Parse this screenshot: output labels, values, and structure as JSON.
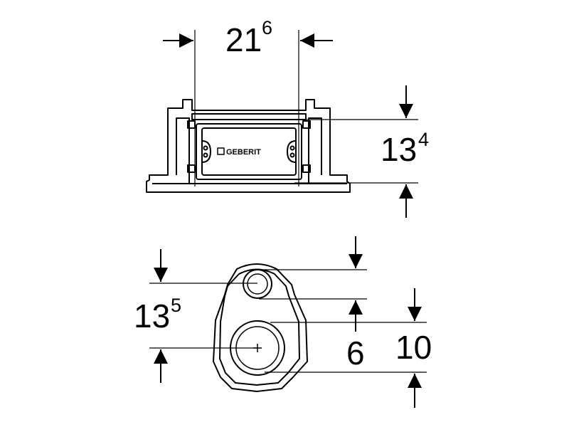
{
  "top_view": {
    "width_dim": {
      "main": "21",
      "sup": "6"
    },
    "depth_dim": {
      "main": "13",
      "sup": "4"
    },
    "brand": "GEBERIT"
  },
  "bottom_view": {
    "height_dim": {
      "main": "13",
      "sup": "5"
    },
    "small_dim": "6",
    "large_dim": "10"
  },
  "colors": {
    "line": "#000000",
    "background": "#ffffff"
  }
}
